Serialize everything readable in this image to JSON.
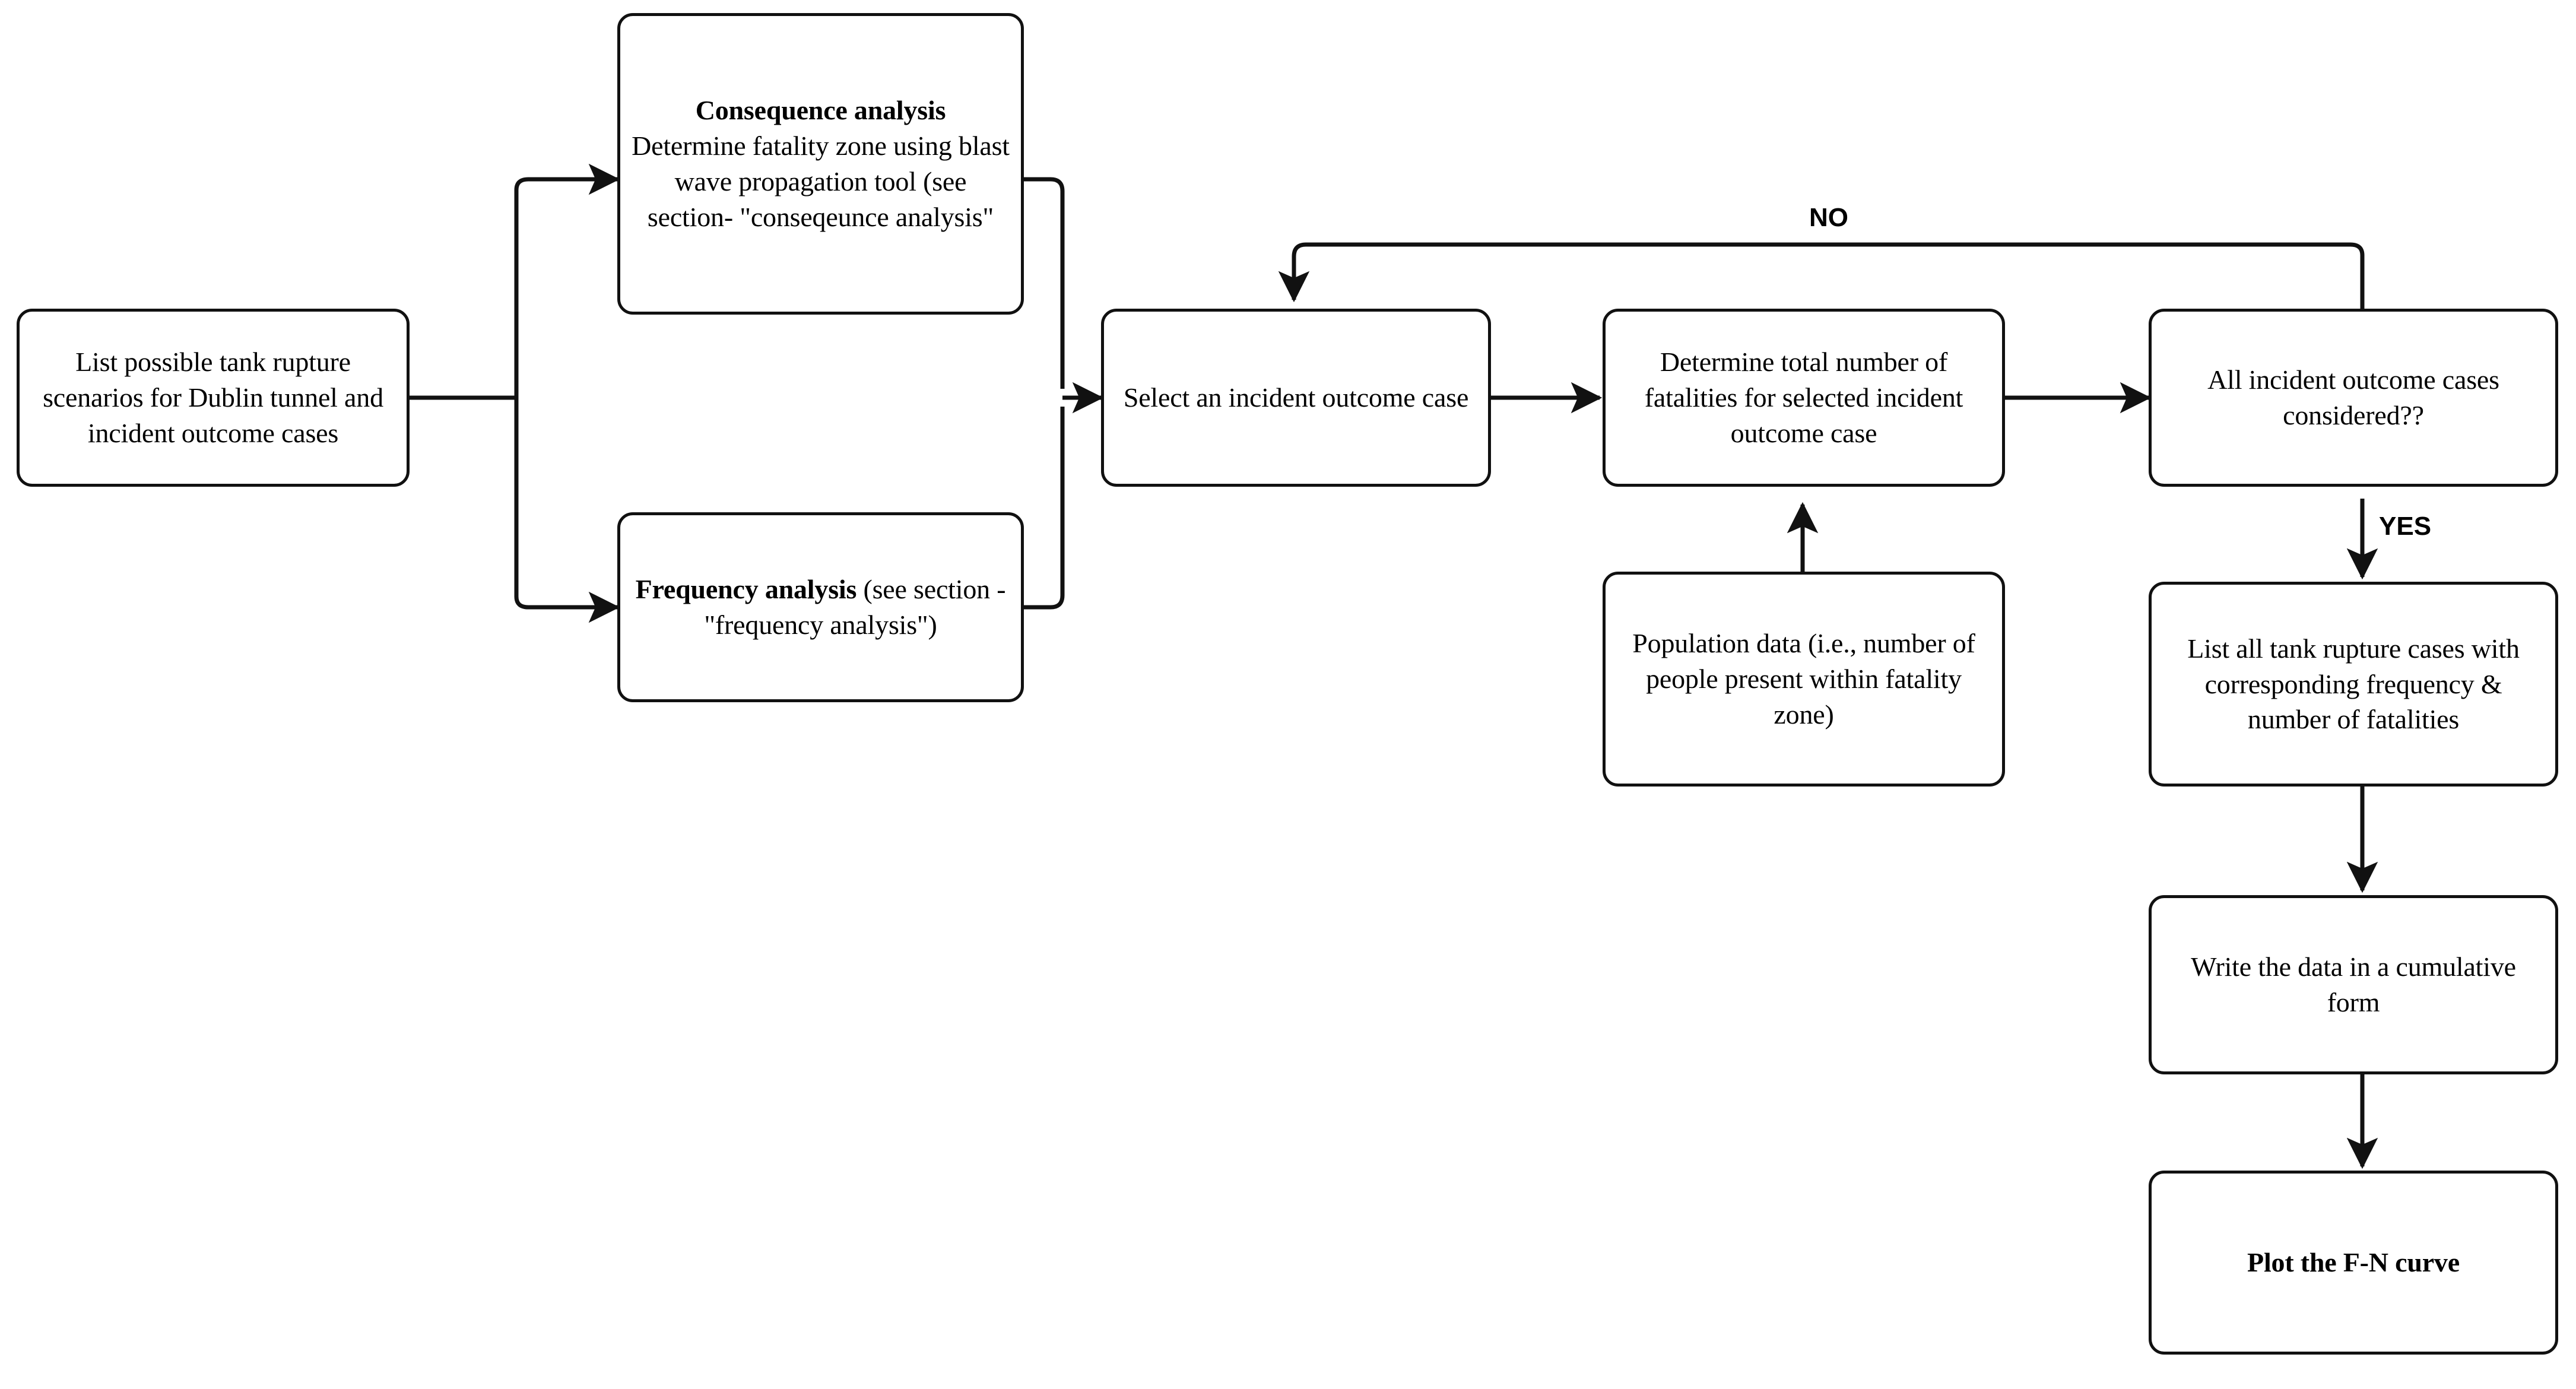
{
  "diagram": {
    "type": "flowchart",
    "orientation": "left-to-right with vertical terminal branch",
    "background_color": "#ffffff",
    "stroke_color": "#111111",
    "text_color": "#000000"
  },
  "nodes": {
    "start": {
      "id": "list-scenarios",
      "text": "List possible tank rupture scenarios for Dublin tunnel and incident outcome cases"
    },
    "consequence": {
      "id": "consequence-analysis",
      "heading": "Consequence analysis",
      "body": "Determine fatality zone using blast wave propagation tool (see section- \"conseqeunce analysis\""
    },
    "frequency": {
      "id": "frequency-analysis",
      "heading": "Frequency analysis",
      "body": "(see section - \"frequency analysis\")"
    },
    "select_case": {
      "id": "select-incident-outcome-case",
      "text": "Select an incident outcome case"
    },
    "determine_fatalities": {
      "id": "determine-total-fatalities",
      "text": "Determine total number of fatalities for selected incident outcome case"
    },
    "population": {
      "id": "population-data",
      "text": "Population data (i.e., number of people present within fatality zone)"
    },
    "decision": {
      "id": "all-cases-considered",
      "text": "All incident outcome cases considered??"
    },
    "list_cases": {
      "id": "list-all-tank-rupture-cases",
      "text": "List all tank rupture cases with corresponding frequency & number of fatalities"
    },
    "cumulative": {
      "id": "write-cumulative-form",
      "text": "Write the data in a cumulative form"
    },
    "plot": {
      "id": "plot-fn-curve",
      "text": "Plot the F-N curve"
    }
  },
  "edge_labels": {
    "no": "NO",
    "yes": "YES"
  },
  "edges": [
    {
      "from": "list-scenarios",
      "to": "consequence-analysis",
      "label": ""
    },
    {
      "from": "list-scenarios",
      "to": "frequency-analysis",
      "label": ""
    },
    {
      "from": "consequence-analysis",
      "to": "select-incident-outcome-case",
      "label": ""
    },
    {
      "from": "frequency-analysis",
      "to": "select-incident-outcome-case",
      "label": ""
    },
    {
      "from": "select-incident-outcome-case",
      "to": "determine-total-fatalities",
      "label": ""
    },
    {
      "from": "population-data",
      "to": "determine-total-fatalities",
      "label": ""
    },
    {
      "from": "determine-total-fatalities",
      "to": "all-cases-considered",
      "label": ""
    },
    {
      "from": "all-cases-considered",
      "to": "select-incident-outcome-case",
      "label": "NO"
    },
    {
      "from": "all-cases-considered",
      "to": "list-all-tank-rupture-cases",
      "label": "YES"
    },
    {
      "from": "list-all-tank-rupture-cases",
      "to": "write-cumulative-form",
      "label": ""
    },
    {
      "from": "write-cumulative-form",
      "to": "plot-fn-curve",
      "label": ""
    }
  ]
}
